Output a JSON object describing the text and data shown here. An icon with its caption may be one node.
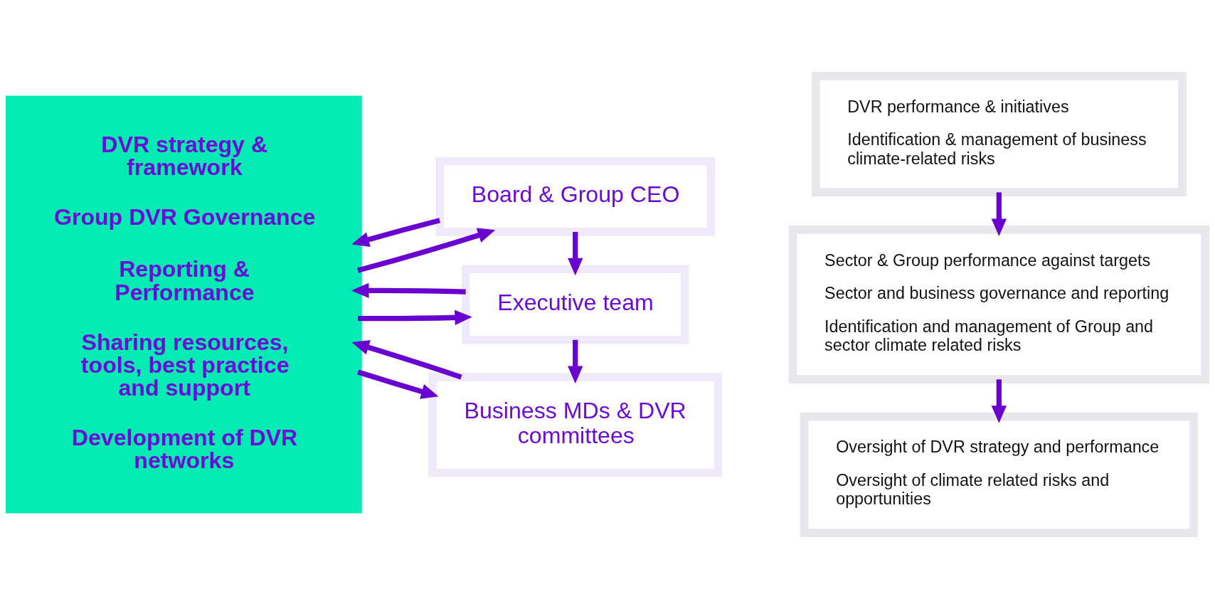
{
  "diagram": {
    "nodes": [
      {
        "text": [
          "DVR strategy & framework",
          "Group DVR Governance",
          "Reporting & Performance",
          "Sharing resources, tools, best practice and support",
          "Development of DVR networks"
        ]
      },
      {
        "text": [
          "Board & Group CEO"
        ]
      },
      {
        "text": [
          "Oversight of DVR strategy and performance",
          "Oversight of climate related risks and opportunities"
        ]
      },
      {
        "text": [
          "Executive team"
        ]
      },
      {
        "text": [
          "Sector & Group performance against targets",
          "Sector and business governance and reporting",
          "Identification and management of Group and sector climate related risks"
        ]
      },
      {
        "text": [
          "Business MDs & DVR committees"
        ]
      },
      {
        "text": [
          "DVR performance & initiatives",
          "Identification & management of business climate-related risks"
        ]
      }
    ],
    "edges": [
      {
        "from": 0,
        "to": 1,
        "arrow": "to"
      },
      {
        "from": 1,
        "to": 0,
        "arrow": "to"
      },
      {
        "from": 0,
        "to": 3,
        "arrow": "to"
      },
      {
        "from": 3,
        "to": 0,
        "arrow": "to"
      },
      {
        "from": 0,
        "to": 5,
        "arrow": "to"
      },
      {
        "from": 5,
        "to": 0,
        "arrow": "to"
      },
      {
        "from": 1,
        "to": 3,
        "arrow": "to"
      },
      {
        "from": 3,
        "to": 5,
        "arrow": "to"
      },
      {
        "from": 4,
        "to": 2,
        "arrow": "to"
      },
      {
        "from": 6,
        "to": 4,
        "arrow": "to"
      }
    ]
  }
}
